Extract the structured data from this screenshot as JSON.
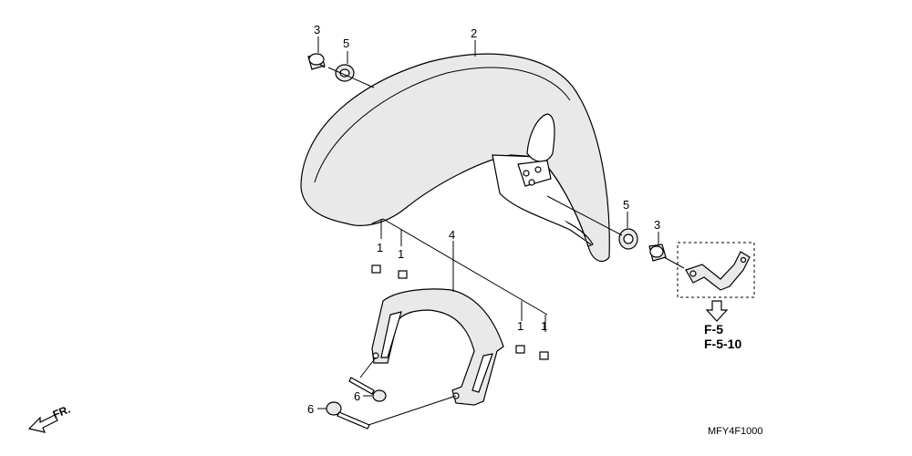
{
  "callouts": {
    "c1a": "1",
    "c1b": "1",
    "c1c": "1",
    "c1d": "1",
    "c2": "2",
    "c3a": "3",
    "c3b": "3",
    "c4": "4",
    "c5a": "5",
    "c5b": "5",
    "c6a": "6",
    "c6b": "6"
  },
  "refs": {
    "r1": "F-5",
    "r2": "F-5-10"
  },
  "diagram_code": "MFY4F1000",
  "direction_label": "FR."
}
